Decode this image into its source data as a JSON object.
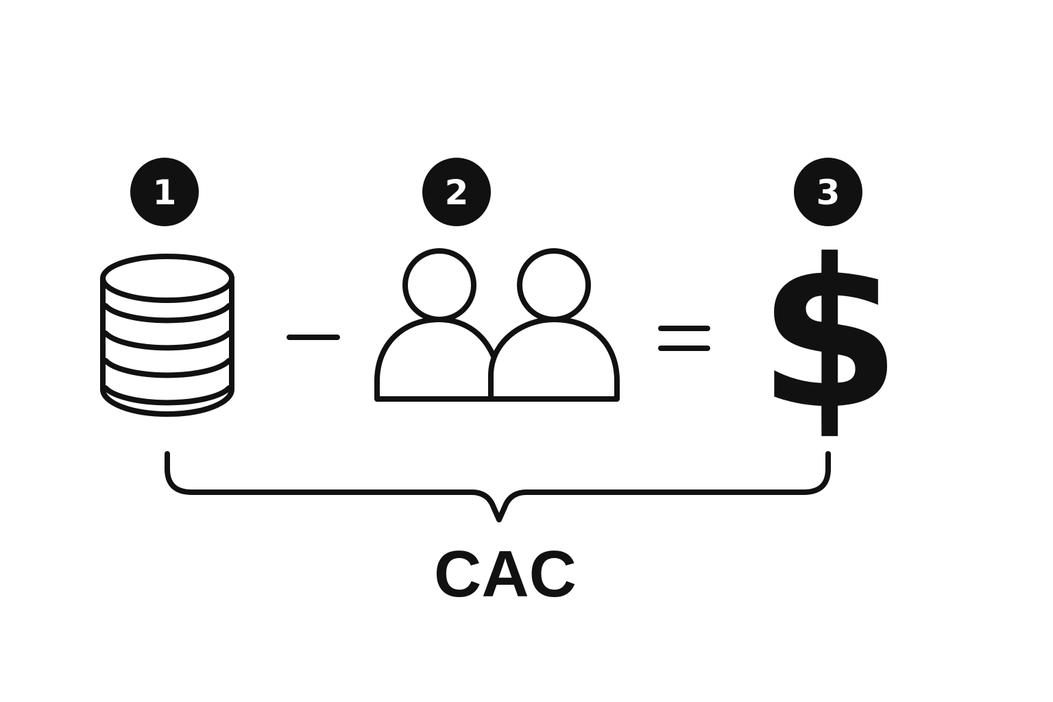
{
  "badges": [
    {
      "number": "1",
      "icon": "database-icon"
    },
    {
      "number": "2",
      "icon": "users-icon"
    },
    {
      "number": "3",
      "icon": "dollar-icon"
    }
  ],
  "operators": {
    "minus": "−",
    "equals": "="
  },
  "dollar_symbol": "$",
  "result_label": "CAC",
  "colors": {
    "ink": "#111111",
    "background": "#ffffff"
  }
}
